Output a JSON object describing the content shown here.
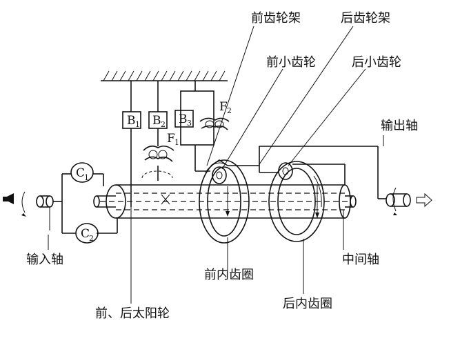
{
  "labels": {
    "front_carrier": "前齿轮架",
    "rear_carrier": "后齿轮架",
    "front_planet": "前小齿轮",
    "rear_planet": "后小齿轮",
    "output_shaft": "输出轴",
    "input_shaft": "输入轴",
    "front_ring": "前内齿圈",
    "intermediate_shaft": "中间轴",
    "sun_gear": "前、后太阳轮",
    "rear_ring": "后内齿圈"
  },
  "brakes": [
    {
      "letter": "B",
      "sub": "1"
    },
    {
      "letter": "B",
      "sub": "2"
    },
    {
      "letter": "B",
      "sub": "3"
    }
  ],
  "clutches": [
    {
      "letter": "C",
      "sub": "1"
    },
    {
      "letter": "C",
      "sub": "2"
    }
  ],
  "one_way_clutches": [
    {
      "letter": "F",
      "sub": "1"
    },
    {
      "letter": "F",
      "sub": "2"
    }
  ]
}
